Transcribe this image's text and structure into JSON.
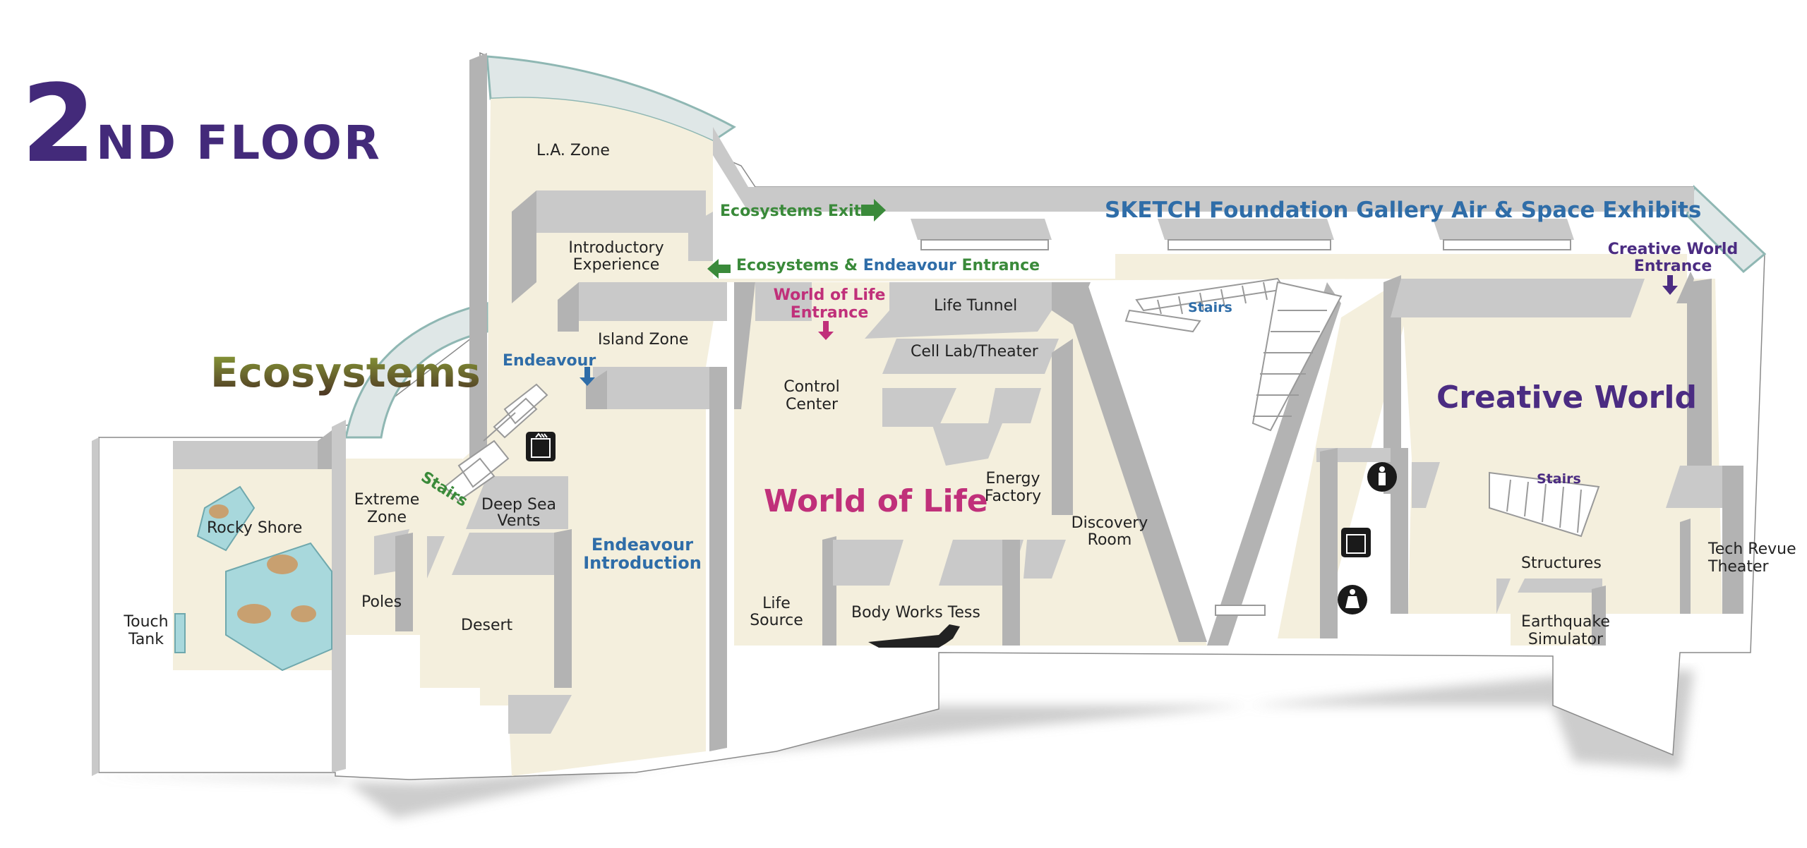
{
  "title": {
    "number": "2",
    "suffix": "ND FLOOR"
  },
  "colors": {
    "title": "#432a7a",
    "ecosystems_green": "#3a8a3a",
    "endeavour_blue": "#2f6da8",
    "world_of_life": "#c0307a",
    "creative_world": "#4b2c82",
    "zone_floor": "#f4efdd",
    "water": "#a8d8dc"
  },
  "labels": {
    "la_zone": "L.A. Zone",
    "intro_exp_1": "Introductory",
    "intro_exp_2": "Experience",
    "island_zone": "Island Zone",
    "ecosystems": "Ecosystems",
    "endeavour": "Endeavour",
    "stairs_green": "Stairs",
    "extreme_1": "Extreme",
    "extreme_2": "Zone",
    "deep_sea_1": "Deep Sea",
    "deep_sea_2": "Vents",
    "rocky_shore": "Rocky Shore",
    "touch_tank_1": "Touch",
    "touch_tank_2": "Tank",
    "poles": "Poles",
    "desert": "Desert",
    "endeavour_intro_1": "Endeavour",
    "endeavour_intro_2": "Introduction",
    "eco_exit": "Ecosystems Exit",
    "eco_entrance_a": "Ecosystems & ",
    "eco_entrance_b": "Endeavour",
    "eco_entrance_c": " Entrance",
    "sketch_gallery": "SKETCH Foundation Gallery Air & Space Exhibits",
    "wol_entrance_1": "World of Life",
    "wol_entrance_2": "Entrance",
    "life_tunnel": "Life Tunnel",
    "cell_lab": "Cell Lab/Theater",
    "control_1": "Control",
    "control_2": "Center",
    "world_of_life": "World of Life",
    "energy_1": "Energy",
    "energy_2": "Factory",
    "discovery_1": "Discovery",
    "discovery_2": "Room",
    "life_source_1": "Life",
    "life_source_2": "Source",
    "body_works": "Body Works Tess",
    "stairs_blue": "Stairs",
    "cw_entrance_1": "Creative World",
    "cw_entrance_2": "Entrance",
    "creative_world": "Creative World",
    "stairs_purple": "Stairs",
    "structures": "Structures",
    "earthquake_1": "Earthquake",
    "earthquake_2": "Simulator",
    "tech_revue_1": "Tech Revue",
    "tech_revue_2": "Theater"
  },
  "icons": [
    "restroom-men-icon",
    "restroom-women-icon",
    "elevator-icon",
    "arrow-icon",
    "person-figure-icon"
  ]
}
